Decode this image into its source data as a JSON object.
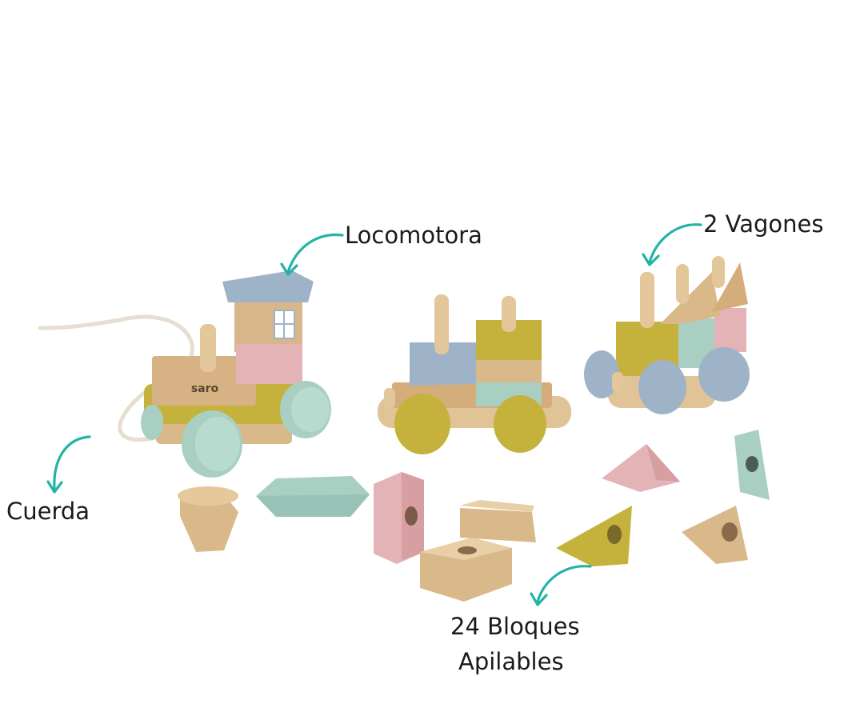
{
  "labels": {
    "locomotive": "Locomotora",
    "wagons": "2 Vagones",
    "rope": "Cuerda",
    "blocks_line1": "24 Bloques",
    "blocks_line2": "Apilables"
  },
  "brand_stamp": "saro",
  "colors": {
    "arrow": "#22b3a6",
    "text": "#1a1a1a",
    "wood": "#d9b88a",
    "wood_dark": "#c49b68",
    "blue": "#9fb3c8",
    "pink": "#e4b3b6",
    "mint": "#a9cfc3",
    "mustard": "#c5b23d",
    "rope": "#e9e1d2"
  }
}
